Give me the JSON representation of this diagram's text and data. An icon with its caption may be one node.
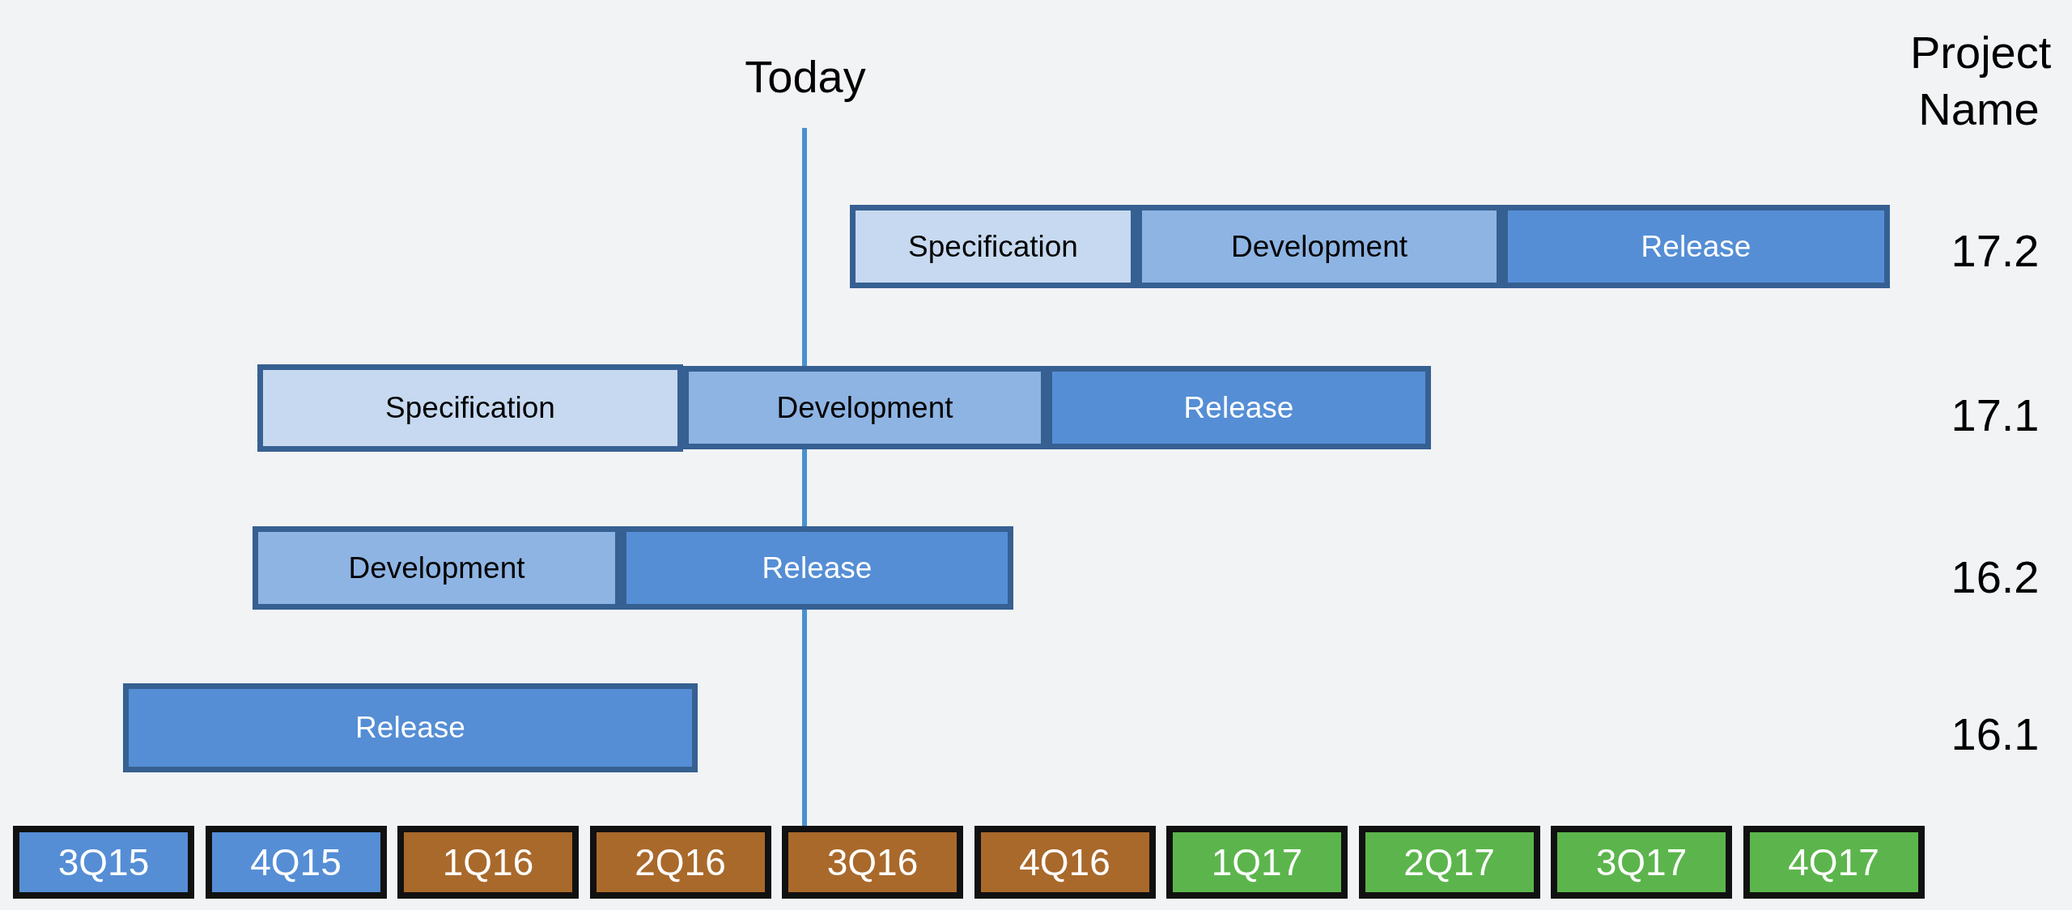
{
  "diagram": {
    "nodes": [
      {
        "text": [
          "Specification"
        ]
      },
      {
        "text": [
          "Development"
        ]
      },
      {
        "text": [
          "Release"
        ]
      },
      {
        "text": [
          "Specification"
        ]
      },
      {
        "text": [
          "Development"
        ]
      },
      {
        "text": [
          "Release"
        ]
      },
      {
        "text": [
          "Development"
        ]
      },
      {
        "text": [
          "Release"
        ]
      },
      {
        "text": [
          "Release"
        ]
      },
      {
        "text": [
          "3Q15"
        ]
      },
      {
        "text": [
          "4Q15"
        ]
      },
      {
        "text": [
          "1Q16"
        ]
      },
      {
        "text": [
          "2Q16"
        ]
      },
      {
        "text": [
          "3Q16"
        ]
      },
      {
        "text": [
          "4Q16"
        ]
      },
      {
        "text": [
          "1Q17"
        ]
      },
      {
        "text": [
          "2Q17"
        ]
      },
      {
        "text": [
          "3Q17"
        ]
      },
      {
        "text": [
          "4Q17"
        ]
      }
    ],
    "labels": [
      "Today",
      "Project Name",
      "17.2",
      "17.1",
      "16.2",
      "16.1"
    ]
  }
}
